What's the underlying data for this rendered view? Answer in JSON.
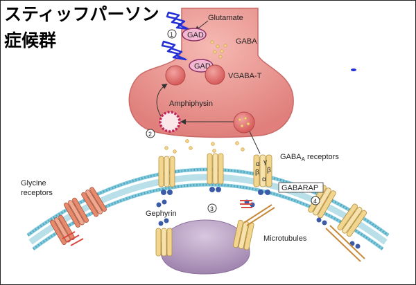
{
  "title": {
    "line1": "スティッフパーソン",
    "line2": "症候群"
  },
  "labels": {
    "glutamate": "Glutamate",
    "gad": "GAD",
    "gaba": "GABA",
    "vgaba_t": "VGABA-T",
    "amphiphysin": "Amphiphysin",
    "gaba_a_receptors": "GABA",
    "gaba_a_subscript": "A",
    "gaba_a_suffix": " receptors",
    "glycine": "Glycine",
    "receptors": "receptors",
    "gephyrin": "Gephyrin",
    "gabarap": "GABARAP",
    "microtubules": "Microtubules",
    "subunit_alpha": "α",
    "subunit_beta": "β",
    "subunit_gamma": "γ"
  },
  "steps": [
    "1",
    "2",
    "3",
    "4"
  ],
  "colors": {
    "terminal": "#e9948f",
    "terminal_edge": "#c96a67",
    "vesicle": "#e26f6e",
    "gad": "#f4b7d2",
    "lightning": "#2430d6",
    "membrane_head": "#7ec8dc",
    "membrane_tail": "#b9dfe9",
    "receptor": "#f2d58f",
    "glycine_receptor": "#e78a6c",
    "gephyrin": "#3b5ba8",
    "microtubule": "#c78a3a",
    "cell_body": "#b9a2c4"
  }
}
